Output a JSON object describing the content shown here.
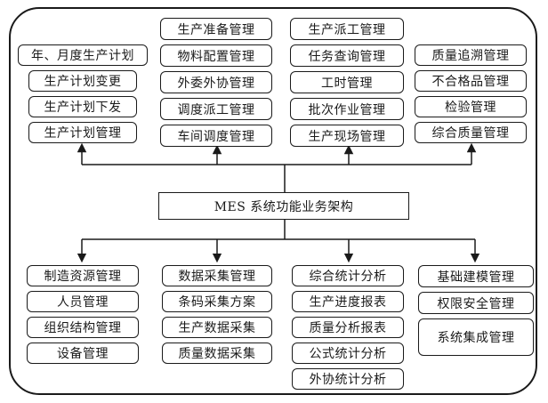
{
  "center": {
    "label": "MES 系统功能业务架构"
  },
  "top_groups": [
    {
      "items": [
        "年、月度生产计划",
        "生产计划变更",
        "生产计划下发",
        "生产计划管理"
      ]
    },
    {
      "items": [
        "生产准备管理",
        "物料配置管理",
        "外委外协管理",
        "调度派工管理",
        "车间调度管理"
      ]
    },
    {
      "items": [
        "生产派工管理",
        "任务查询管理",
        "工时管理",
        "批次作业管理",
        "生产现场管理"
      ]
    },
    {
      "items": [
        "质量追溯管理",
        "不合格品管理",
        "检验管理",
        "综合质量管理"
      ]
    }
  ],
  "bottom_groups": [
    {
      "items": [
        "制造资源管理",
        "人员管理",
        "组织结构管理",
        "设备管理"
      ]
    },
    {
      "items": [
        "数据采集管理",
        "条码采集方案",
        "生产数据采集",
        "质量数据采集"
      ]
    },
    {
      "items": [
        "综合统计分析",
        "生产进度报表",
        "质量分析报表",
        "公式统计分析",
        "外协统计分析"
      ]
    },
    {
      "items": [
        "基础建模管理",
        "权限安全管理",
        "系统集成管理"
      ]
    }
  ]
}
